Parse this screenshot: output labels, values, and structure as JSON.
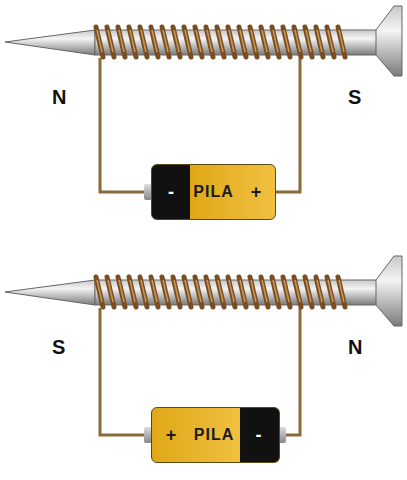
{
  "diagram": {
    "nodes": [
      {
        "text": [
          "-",
          "PILA",
          "+"
        ]
      },
      {
        "text": [
          "+",
          "PILA",
          "-"
        ]
      }
    ],
    "labels": [
      "N",
      "S",
      "S",
      "N"
    ]
  }
}
